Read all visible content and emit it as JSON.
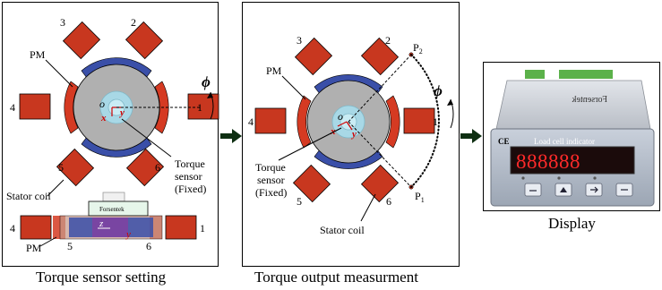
{
  "panel1": {
    "caption": "Torque sensor setting",
    "coil_numbers": [
      "1",
      "2",
      "3",
      "4",
      "5",
      "6"
    ],
    "pm_label": "PM",
    "stator_label": "Stator coil",
    "torque_label_lines": [
      "Torque",
      "sensor",
      "(Fixed)"
    ],
    "phi": "ϕ",
    "axis_o": "o",
    "axis_x": "x",
    "axis_y": "y",
    "axis_z": "z",
    "brand": "Forsentek",
    "side_pm_label": "PM",
    "side_left_num": "4",
    "side_right_num": "1",
    "side_bottom_left_num": "5",
    "side_bottom_right_num": "6"
  },
  "panel2": {
    "caption": "Torque output measurment",
    "coil_numbers": [
      "1",
      "2",
      "3",
      "4",
      "5",
      "6"
    ],
    "pm_label": "PM",
    "stator_label": "Stator coil",
    "torque_label_lines": [
      "Torque",
      "sensor",
      "(Fixed)"
    ],
    "phi": "ϕ",
    "p2": "P",
    "p2_sub": "2",
    "p1": "P",
    "p1_sub": "1",
    "axis_o": "o",
    "axis_x": "x",
    "axis_y": "y"
  },
  "panel3": {
    "caption": "Display",
    "ce_mark": "CE",
    "device_title": "Load cell indicator",
    "digits": "888888",
    "brand": "Forsentek"
  },
  "colors": {
    "coil": "#c8371f",
    "pm_red": "#d53a22",
    "pm_blue": "#3a4fa8",
    "rotor": "#b0b0b0",
    "hub": "#a8d8e6",
    "display_red": "#ff2a2a",
    "arrow": "#0e2f12"
  }
}
